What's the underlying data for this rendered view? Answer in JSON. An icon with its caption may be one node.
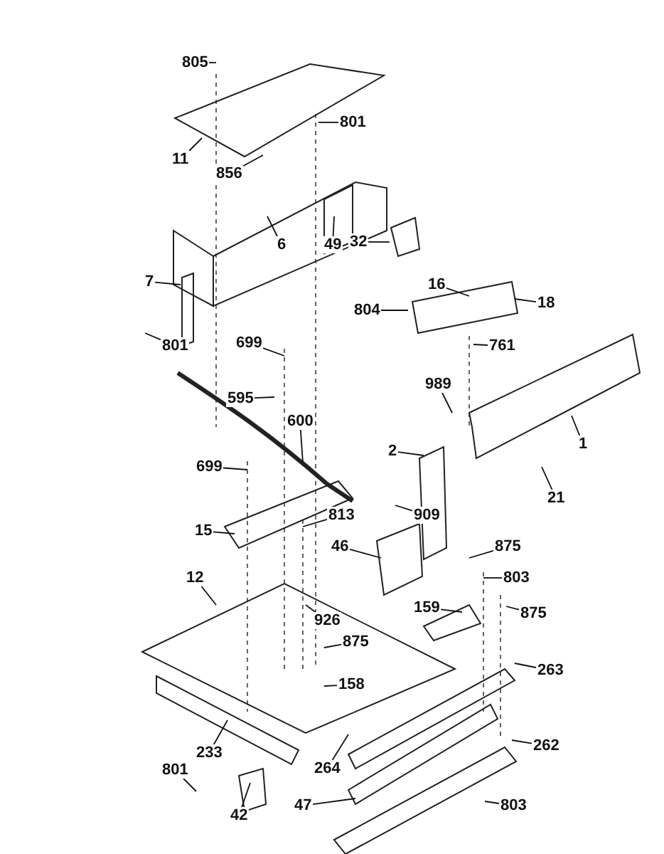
{
  "diagram": {
    "nodes": [
      {
        "text": [
          "805"
        ]
      },
      {
        "text": [
          "801"
        ]
      },
      {
        "text": [
          "11"
        ]
      },
      {
        "text": [
          "856"
        ]
      },
      {
        "text": [
          "6"
        ]
      },
      {
        "text": [
          "49"
        ]
      },
      {
        "text": [
          "32"
        ]
      },
      {
        "text": [
          "7"
        ]
      },
      {
        "text": [
          "16"
        ]
      },
      {
        "text": [
          "18"
        ]
      },
      {
        "text": [
          "804"
        ]
      },
      {
        "text": [
          "801"
        ]
      },
      {
        "text": [
          "699"
        ]
      },
      {
        "text": [
          "761"
        ]
      },
      {
        "text": [
          "595"
        ]
      },
      {
        "text": [
          "989"
        ]
      },
      {
        "text": [
          "600"
        ]
      },
      {
        "text": [
          "2"
        ]
      },
      {
        "text": [
          "1"
        ]
      },
      {
        "text": [
          "21"
        ]
      },
      {
        "text": [
          "699"
        ]
      },
      {
        "text": [
          "909"
        ]
      },
      {
        "text": [
          "813"
        ]
      },
      {
        "text": [
          "15"
        ]
      },
      {
        "text": [
          "46"
        ]
      },
      {
        "text": [
          "12"
        ]
      },
      {
        "text": [
          "875"
        ]
      },
      {
        "text": [
          "803"
        ]
      },
      {
        "text": [
          "159"
        ]
      },
      {
        "text": [
          "875"
        ]
      },
      {
        "text": [
          "926"
        ]
      },
      {
        "text": [
          "875"
        ]
      },
      {
        "text": [
          "158"
        ]
      },
      {
        "text": [
          "263"
        ]
      },
      {
        "text": [
          "233"
        ]
      },
      {
        "text": [
          "262"
        ]
      },
      {
        "text": [
          "264"
        ]
      },
      {
        "text": [
          "801"
        ]
      },
      {
        "text": [
          "42"
        ]
      },
      {
        "text": [
          "47"
        ]
      },
      {
        "text": [
          "803"
        ]
      }
    ],
    "edges": [
      {
        "from": 0,
        "to": null,
        "arrow": "none"
      },
      {
        "from": 1,
        "to": null,
        "arrow": "none"
      },
      {
        "from": 2,
        "to": null,
        "arrow": "none"
      },
      {
        "from": 3,
        "to": null,
        "arrow": "none"
      },
      {
        "from": 4,
        "to": null,
        "arrow": "none"
      },
      {
        "from": 5,
        "to": null,
        "arrow": "none"
      },
      {
        "from": 6,
        "to": null,
        "arrow": "none"
      },
      {
        "from": 7,
        "to": null,
        "arrow": "none"
      },
      {
        "from": 8,
        "to": null,
        "arrow": "none"
      },
      {
        "from": 9,
        "to": null,
        "arrow": "none"
      },
      {
        "from": 10,
        "to": null,
        "arrow": "none"
      },
      {
        "from": 11,
        "to": null,
        "arrow": "none"
      },
      {
        "from": 12,
        "to": null,
        "arrow": "none"
      },
      {
        "from": 13,
        "to": null,
        "arrow": "none"
      },
      {
        "from": 14,
        "to": null,
        "arrow": "none"
      },
      {
        "from": 15,
        "to": null,
        "arrow": "none"
      },
      {
        "from": 16,
        "to": null,
        "arrow": "none"
      },
      {
        "from": 17,
        "to": null,
        "arrow": "none"
      },
      {
        "from": 18,
        "to": null,
        "arrow": "none"
      },
      {
        "from": 19,
        "to": null,
        "arrow": "none"
      },
      {
        "from": 20,
        "to": null,
        "arrow": "none"
      },
      {
        "from": 21,
        "to": null,
        "arrow": "none"
      },
      {
        "from": 22,
        "to": null,
        "arrow": "none"
      },
      {
        "from": 23,
        "to": null,
        "arrow": "none"
      },
      {
        "from": 24,
        "to": null,
        "arrow": "none"
      },
      {
        "from": 25,
        "to": null,
        "arrow": "none"
      },
      {
        "from": 26,
        "to": null,
        "arrow": "none"
      },
      {
        "from": 27,
        "to": null,
        "arrow": "none"
      },
      {
        "from": 28,
        "to": null,
        "arrow": "none"
      },
      {
        "from": 29,
        "to": null,
        "arrow": "none"
      },
      {
        "from": 30,
        "to": null,
        "arrow": "none"
      },
      {
        "from": 31,
        "to": null,
        "arrow": "none"
      },
      {
        "from": 32,
        "to": null,
        "arrow": "none"
      },
      {
        "from": 33,
        "to": null,
        "arrow": "none"
      },
      {
        "from": 34,
        "to": null,
        "arrow": "none"
      },
      {
        "from": 35,
        "to": null,
        "arrow": "none"
      },
      {
        "from": 36,
        "to": null,
        "arrow": "none"
      },
      {
        "from": 37,
        "to": null,
        "arrow": "none"
      },
      {
        "from": 38,
        "to": null,
        "arrow": "none"
      },
      {
        "from": 39,
        "to": null,
        "arrow": "none"
      },
      {
        "from": 40,
        "to": null,
        "arrow": "none"
      }
    ]
  }
}
